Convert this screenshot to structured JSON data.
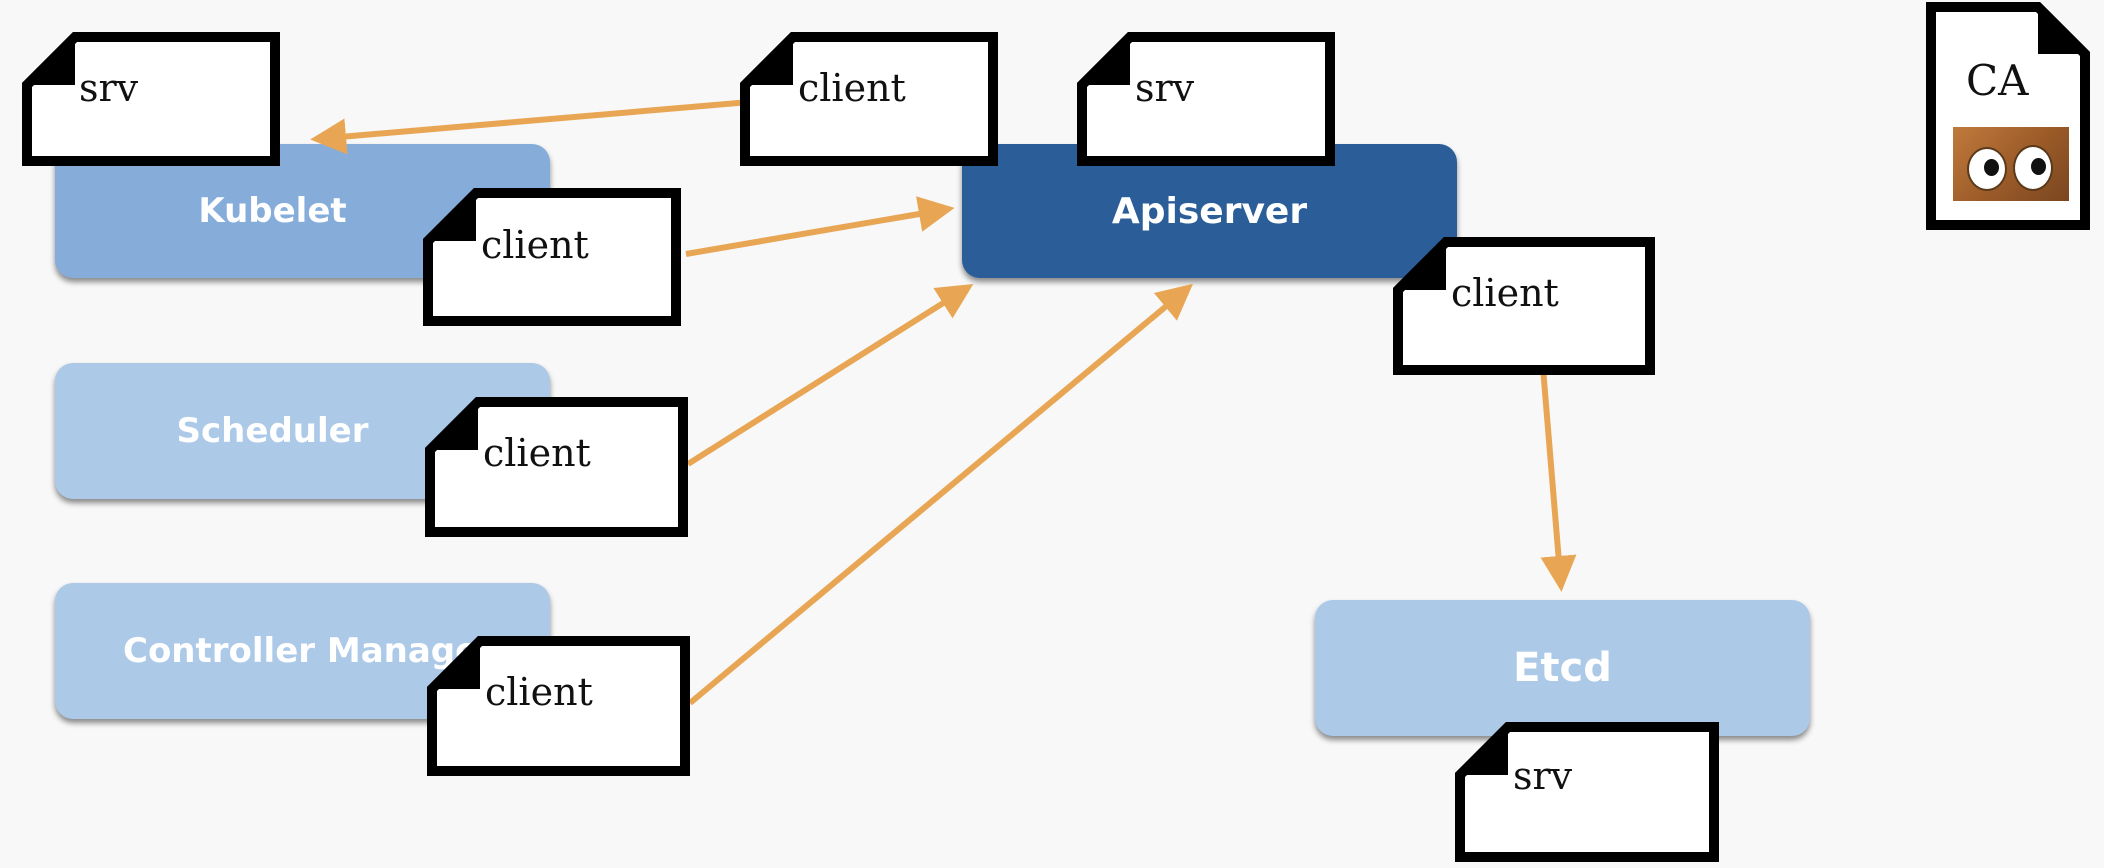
{
  "components": {
    "kubelet": "Kubelet",
    "apiserver": "Apiserver",
    "scheduler": "Scheduler",
    "controller_manager": "Controller Manager",
    "etcd": "Etcd"
  },
  "certs": {
    "kubelet_srv": "srv",
    "kubelet_client": "client",
    "kubelet_outbound_client": "client",
    "apiserver_srv": "srv",
    "apiserver_client": "client",
    "scheduler_client": "client",
    "controller_manager_client": "client",
    "etcd_srv": "srv",
    "ca": "CA"
  },
  "colors": {
    "background": "#f8f8f8",
    "apiserver": "#2b5d98",
    "kubelet": "#86acd9",
    "light_component": "#adc9e8",
    "arrow": "#e8a654",
    "cert_border": "#000000"
  }
}
